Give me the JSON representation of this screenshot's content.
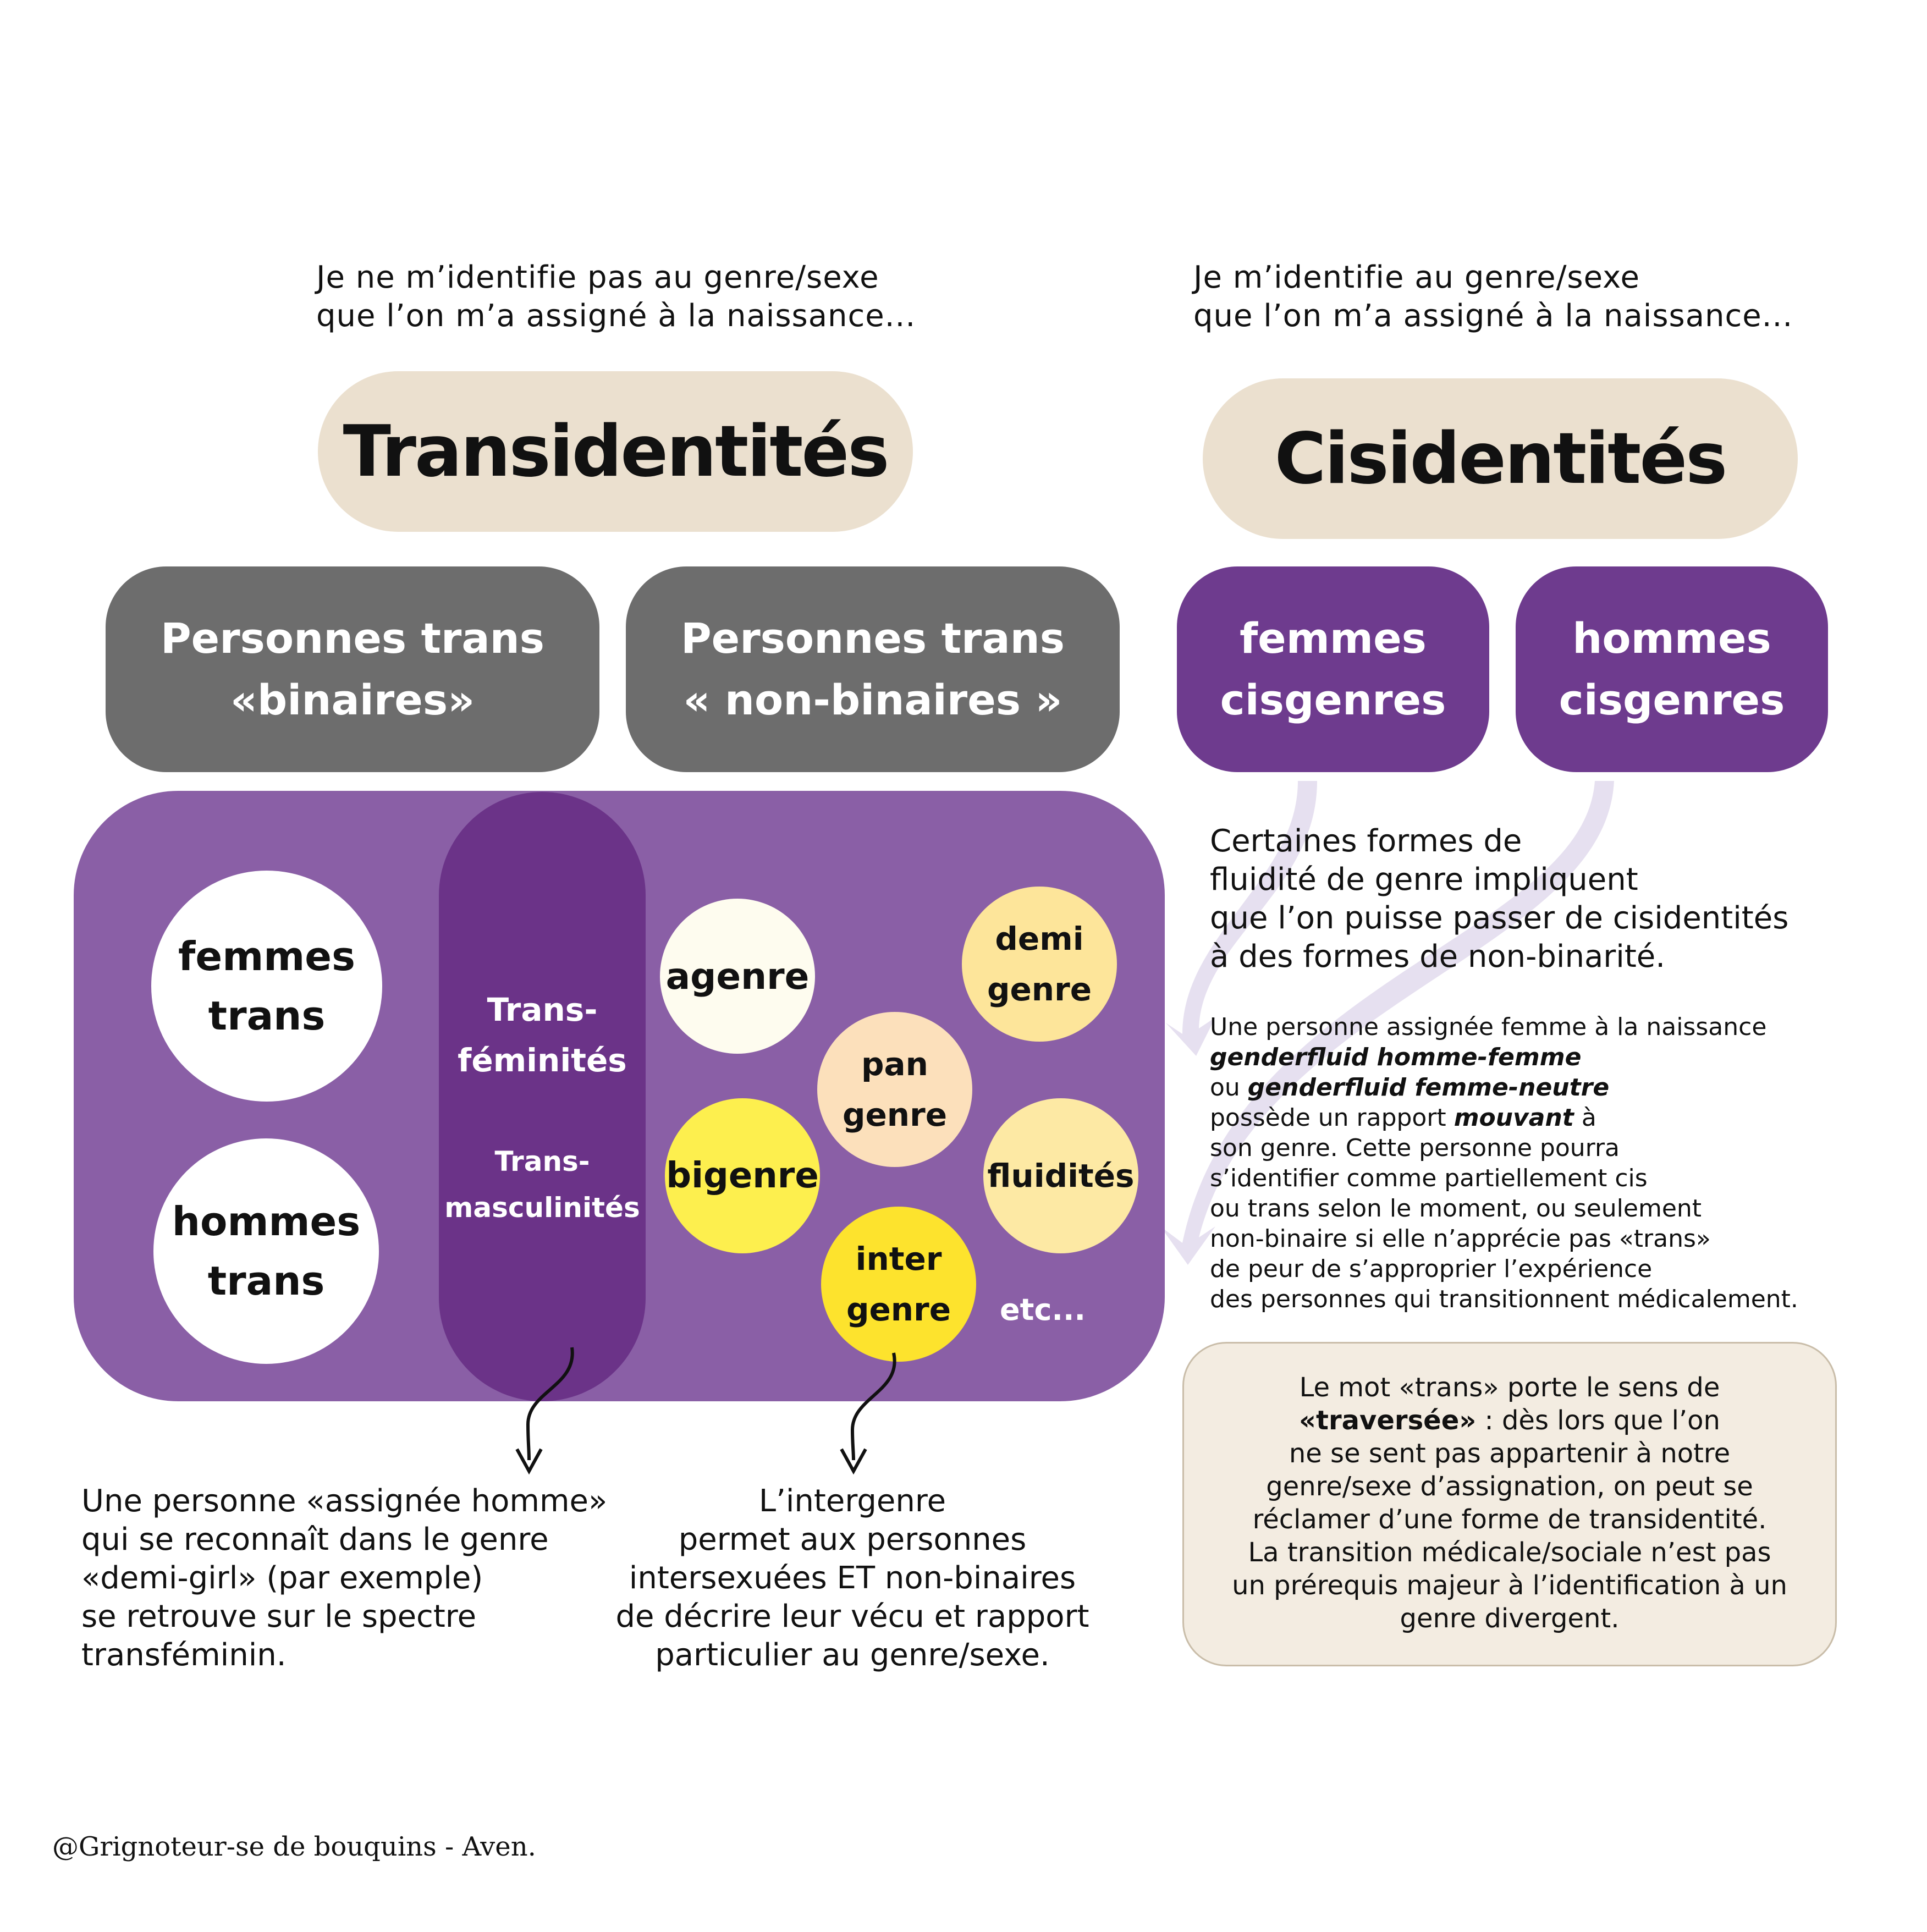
{
  "left_intro": "Je ne m’identifie pas au genre/sexe\nque l’on m’a assigné à la naissance...",
  "right_intro": "Je m’identifie au genre/sexe\nque l’on m’a assigné à la naissance...",
  "trans_title": "Transidentités",
  "cis_title": "Cisidentités",
  "binary_box": "Personnes trans\n«binaires»",
  "nonbinary_box": "Personnes trans\n« non-binaires »",
  "cis_women_box": "femmes\ncisgenres",
  "cis_men_box": "hommes\ncisgenres",
  "trans_women": "femmes\ntrans",
  "trans_men": "hommes\ntrans",
  "transfeminites": "Trans-\nféminités",
  "transmasculinites": "Trans-\nmasculinités",
  "agenre": "agenre",
  "demigenre": "demi\ngenre",
  "pangenre": "pan\ngenre",
  "bigenre": "bigenre",
  "fluidites": "fluidités",
  "intergenre": "inter\ngenre",
  "etc": "etc...",
  "fluidity_note": "Certaines formes de\nfluidité de genre impliquent\nque l’on puisse passer de cisidentités\nà des formes de non-binarité.",
  "genderfluid": {
    "l1": "Une personne assignée femme à la naissance",
    "l2": "genderfluid homme-femme",
    "l3_a": "ou ",
    "l3_b": "genderfluid femme-neutre",
    "l4_a": "possède un rapport ",
    "l4_b": "mouvant",
    "l4_c": " à",
    "rest": "son genre. Cette personne pourra\ns’identifier comme partiellement cis\nou trans selon le moment, ou seulement\nnon-binaire si elle n’apprécie pas «trans»\nde peur de s’approprier l’expérience\ndes personnes qui transitionnent médicalement."
  },
  "demigirl_note": "Une personne «assignée homme»\nqui se reconnaît dans le genre\n«demi-girl» (par exemple)\n se retrouve sur le spectre\ntransféminin.",
  "intergenre_note": "L’intergenre\npermet aux personnes\nintersexuées ET non-binaires\nde décrire leur vécu et rapport\nparticulier au genre/sexe.",
  "trans_meaning": {
    "l1": "Le mot «trans» porte le sens de",
    "l2_bold": "«traversée»",
    "l2_rest": " : dès lors que l’on",
    "rest": "ne se sent pas appartenir à notre\ngenre/sexe d’assignation, on peut se\nréclamer d’une forme de transidentité.\nLa transition médicale/sociale n’est pas\nun prérequis majeur à l’identification à un\ngenre divergent."
  },
  "credit": "@Grignoteur-se de bouquins - Aven."
}
